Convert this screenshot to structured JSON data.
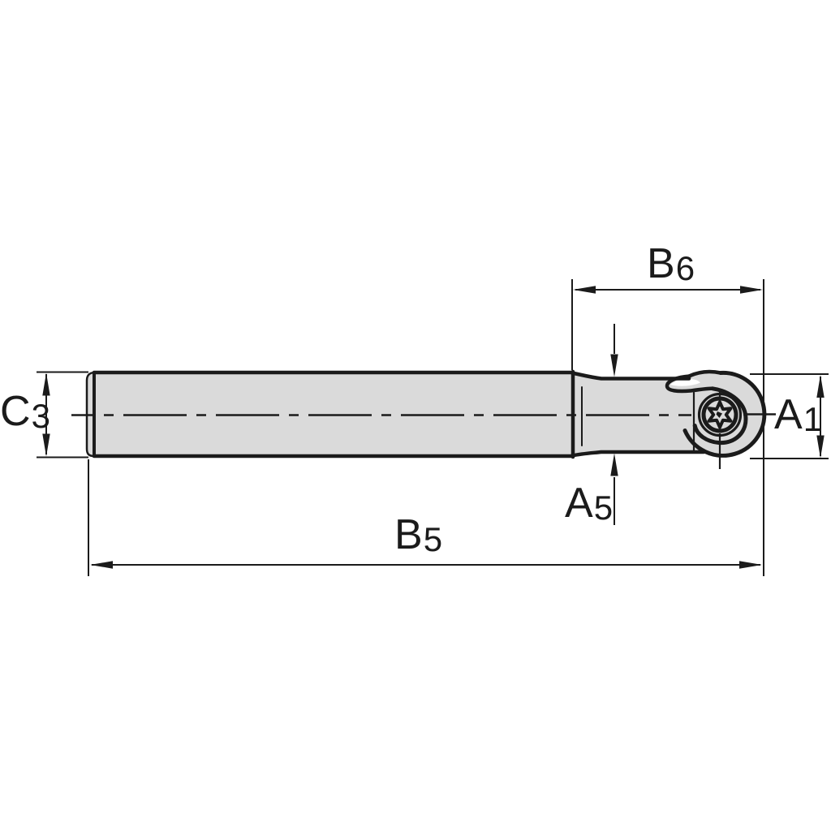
{
  "page": {
    "background": "#ffffff"
  },
  "drawing": {
    "subject": "ball-nose-end-mill-technical-drawing",
    "view": "side-view",
    "body_fill": "#dadada",
    "line_color": "#1b1b1b",
    "labels": {
      "b6": {
        "letter": "B",
        "sub": "6"
      },
      "c3": {
        "letter": "C",
        "sub": "3"
      },
      "a1": {
        "letter": "A",
        "sub": "1"
      },
      "a5": {
        "letter": "A",
        "sub": "5"
      },
      "b5": {
        "letter": "B",
        "sub": "5"
      }
    }
  }
}
